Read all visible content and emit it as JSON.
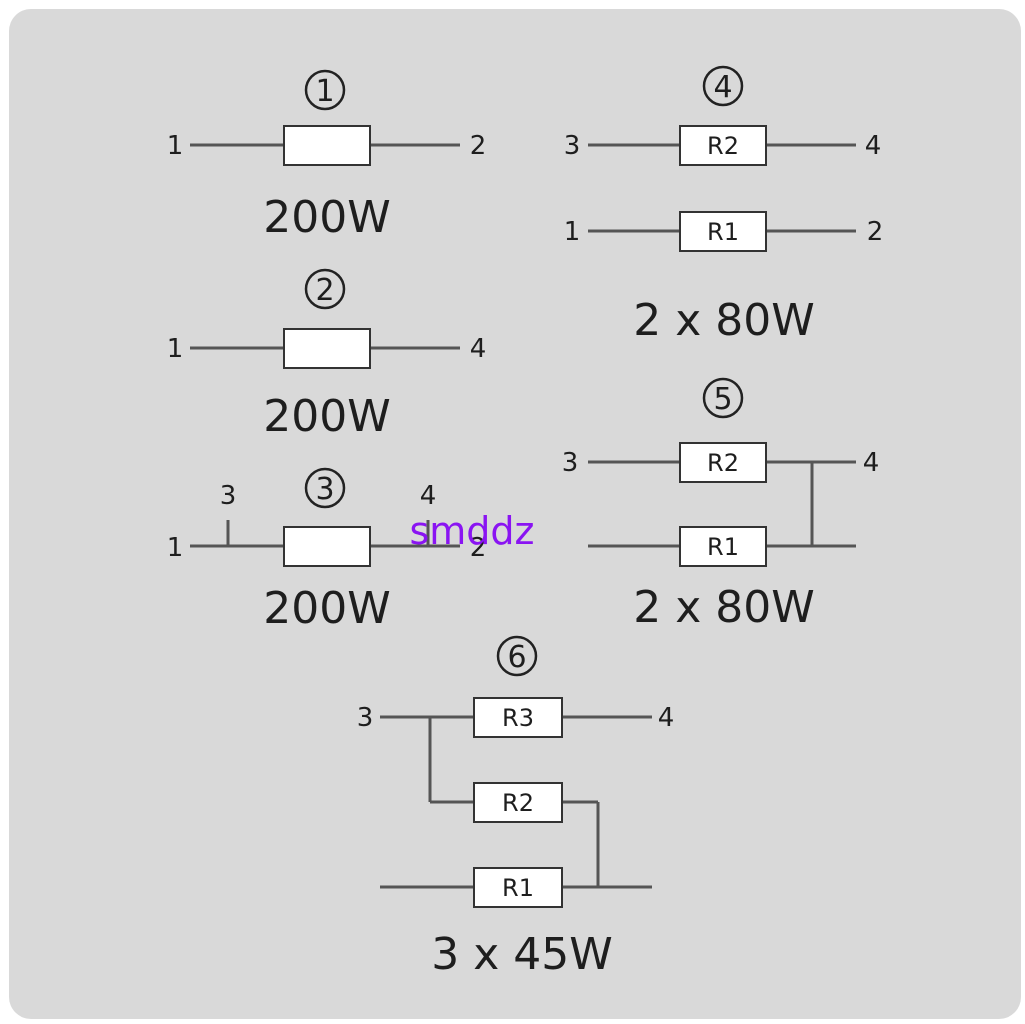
{
  "watermark": "smddz",
  "colors": {
    "background": "#d9d9d9",
    "ink": "#1e1e1e",
    "watermark": "#8a14f2",
    "box": "#ffffff"
  },
  "diagrams": [
    {
      "number": "1",
      "terminals": [
        "1",
        "2"
      ],
      "resistors": [],
      "power": "200W"
    },
    {
      "number": "2",
      "terminals": [
        "1",
        "4"
      ],
      "resistors": [],
      "power": "200W"
    },
    {
      "number": "3",
      "terminals": [
        "1",
        "3",
        "4",
        "2"
      ],
      "resistors": [],
      "power": "200W"
    },
    {
      "number": "4",
      "terminals": [
        "3",
        "4",
        "1",
        "2"
      ],
      "resistors": [
        "R2",
        "R1"
      ],
      "power": "2 x 80W"
    },
    {
      "number": "5",
      "terminals": [
        "3",
        "4"
      ],
      "resistors": [
        "R2",
        "R1"
      ],
      "power": "2 x 80W"
    },
    {
      "number": "6",
      "terminals": [
        "3",
        "4"
      ],
      "resistors": [
        "R3",
        "R2",
        "R1"
      ],
      "power": "3 x 45W"
    }
  ]
}
